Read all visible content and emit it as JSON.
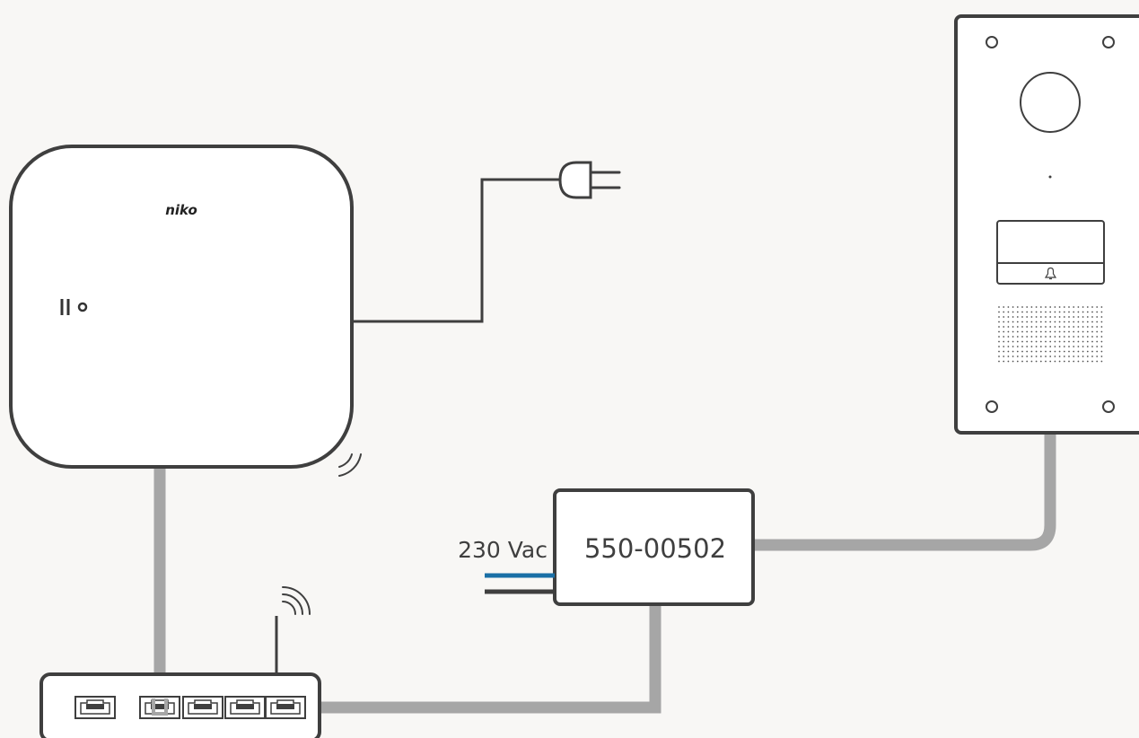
{
  "hub": {
    "brand": "niko"
  },
  "power_supply": {
    "model": "550-00502",
    "input_voltage": "230 Vac"
  },
  "colors": {
    "background": "#f8f7f5",
    "outline": "#3f3f3f",
    "cable": "#a6a6a6",
    "live_wire": "#1a6fa6",
    "neutral_wire": "#3f3f3f"
  }
}
